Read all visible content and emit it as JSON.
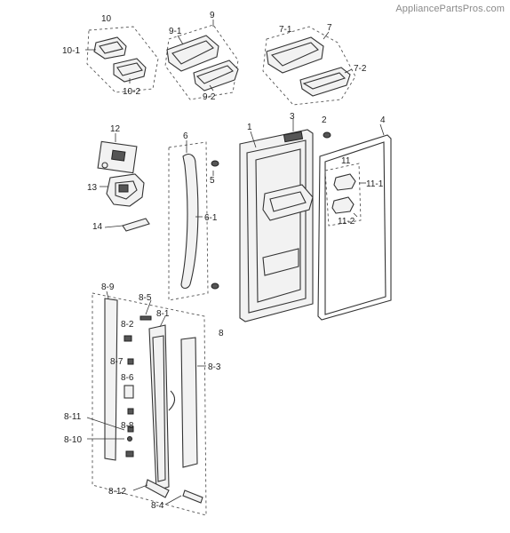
{
  "watermark": "AppliancePartsPros.com",
  "labels": {
    "l10": "10",
    "l10_1": "10-1",
    "l10_2": "10-2",
    "l9": "9",
    "l9_1": "9-1",
    "l9_2": "9-2",
    "l7": "7",
    "l7_1": "7-1",
    "l7_2": "7-2",
    "l1": "1",
    "l2": "2",
    "l3": "3",
    "l4": "4",
    "l5": "5",
    "l6": "6",
    "l6_1": "6-1",
    "l11": "11",
    "l11_1": "11-1",
    "l11_2": "11-2",
    "l12": "12",
    "l13": "13",
    "l14": "14",
    "l8": "8",
    "l8_1": "8-1",
    "l8_2": "8-2",
    "l8_3": "8-3",
    "l8_4": "8-4",
    "l8_5": "8-5",
    "l8_6": "8-6",
    "l8_7": "8-7",
    "l8_8": "8-8",
    "l8_9": "8-9",
    "l8_10": "8-10",
    "l8_11": "8-11",
    "l8_12": "8-12"
  }
}
